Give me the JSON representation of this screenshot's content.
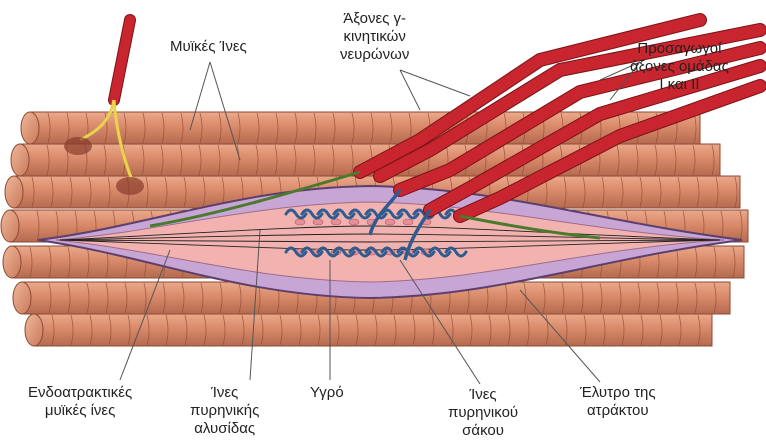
{
  "labels": {
    "muscle_fibers": "Μυϊκές Ίνες",
    "gamma_axons": [
      "Άξονες γ-",
      "κινητικών",
      "νευρώνων"
    ],
    "afferent_axons": [
      "Προσαγωγοί",
      "άξονες ομάδας",
      "Ι και ΙΙ"
    ],
    "intrafusal_fibers": [
      "Ενδοατρακτικές",
      "μυϊκές ίνες"
    ],
    "nuclear_chain_fibers": [
      "Ίνες",
      "πυρηνικής",
      "αλυσίδας"
    ],
    "fluid": "Υγρό",
    "nuclear_bag_fibers": [
      "Ίνες",
      "πυρηνικού",
      "σάκου"
    ],
    "spindle_capsule": [
      "Έλυτρο της",
      "ατράκτου"
    ]
  },
  "colors": {
    "muscle_fill": "#d98a6a",
    "muscle_stroke": "#8c4a34",
    "muscle_highlight": "#eaa98a",
    "capsule_fill": "#c7a6d6",
    "capsule_stroke": "#5d3f6d",
    "inner_fill": "#f2b3b0",
    "axon_red": "#c8252e",
    "axon_green": "#4a7a2c",
    "nerve_blue": "#2f5b8f",
    "nerve_yellow": "#e8d34a",
    "leader_line": "#555555"
  }
}
